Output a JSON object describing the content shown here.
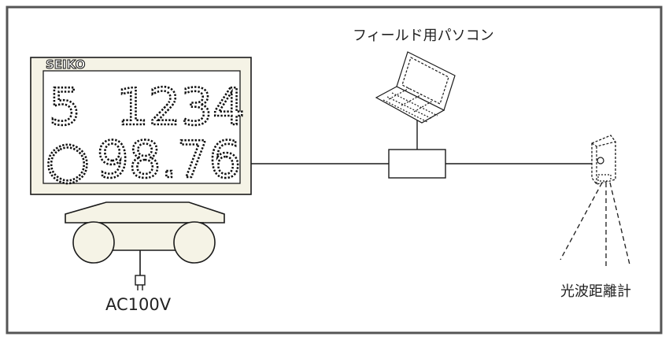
{
  "labels": {
    "field_pc": "フィールド用パソコン",
    "power": "AC100V",
    "edm": "光波距離計"
  },
  "display": {
    "brand": "SEIKO",
    "row1_left": "5",
    "row1_right": "1234",
    "row2_left": "○",
    "row2_right": "98.76"
  },
  "colors": {
    "frame": "#555555",
    "panel_fill": "#f5f3e6",
    "stroke": "#1a1a1a"
  },
  "icons": {
    "laptop": "laptop-icon",
    "plug": "power-plug-icon",
    "junction": "junction-box-icon",
    "edm": "tripod-edm-icon"
  }
}
